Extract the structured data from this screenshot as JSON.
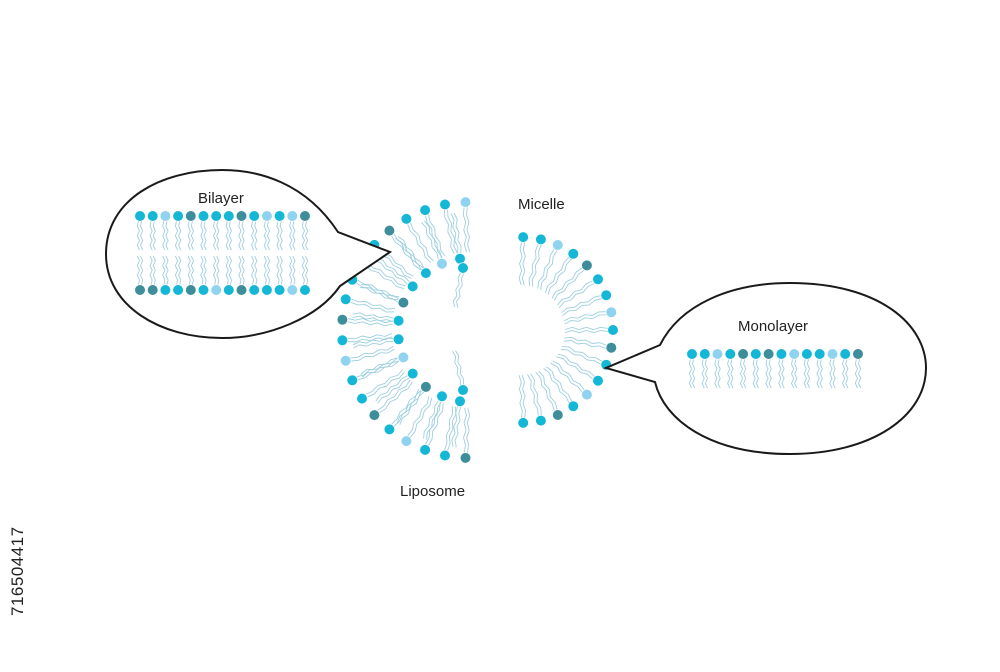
{
  "labels": {
    "bilayer": "Bilayer",
    "micelle": "Micelle",
    "monolayer": "Monolayer",
    "liposome": "Liposome"
  },
  "side_id": "716504417",
  "colors": {
    "head_cyan": "#15b7d6",
    "head_light": "#8fd3f0",
    "head_teal": "#3e8d9b",
    "tail": "#9ecfe0",
    "outline": "#1a1a1a"
  },
  "patterns": {
    "bilayer_top": "CCLCTCCCTCLCLT",
    "bilayer_bottom": "TTCCTCLCTCCCLC",
    "monolayer": "CCLCTCTCLCCLCT",
    "liposome_outer": "TCCLCTCCLCTCCLCTCCCL",
    "liposome_inner": "CCTCLCCTCCLC",
    "micelle": "CCLCTCCLCTCCLCTCC"
  }
}
